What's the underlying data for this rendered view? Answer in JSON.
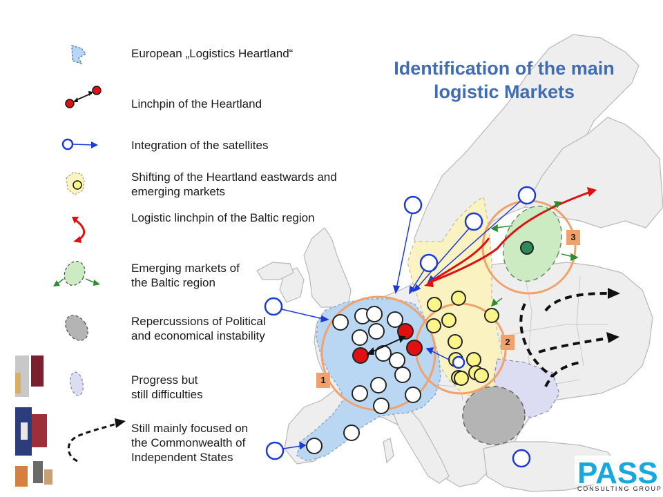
{
  "title": {
    "line1": "Identification of the main",
    "line2": "logistic Markets"
  },
  "legend": [
    {
      "label": "European „Logistics Heartland“",
      "icon": "heartland-blob-icon"
    },
    {
      "label": "Linchpin of the Heartland",
      "icon": "linchpin-arrow-icon"
    },
    {
      "label": "Integration of the satellites",
      "icon": "satellite-arrow-icon"
    },
    {
      "label": "Shifting of the Heartland eastwards and emerging markets",
      "icon": "yellow-blob-icon"
    },
    {
      "label": "Logistic linchpin of the Baltic region",
      "icon": "red-curve-arrow-icon"
    },
    {
      "label": "Emerging markets of the Baltic region",
      "icon": "green-ellipse-icon"
    },
    {
      "label": "Repercussions of Political and economical instability",
      "icon": "grey-ellipse-icon"
    },
    {
      "label": "Progress but still difficulties",
      "icon": "lavender-ellipse-icon"
    },
    {
      "label": "Still mainly focused on the Commonwealth of Independent States",
      "icon": "dashed-arrow-icon"
    }
  ],
  "markers": [
    "1",
    "2",
    "3"
  ],
  "logo": {
    "brand": "PASS",
    "tagline": "CONSULTING GROUP"
  },
  "colors": {
    "title": "#3f6cb3",
    "heartland": "#b7d6f3",
    "shift": "#fbf4bf",
    "baltic": "#cdebc3",
    "grey_zone": "#b4b4b4",
    "lavender_zone": "#dcdcf3",
    "linchpin_red": "#e01010",
    "satellite_blue": "#1c39d9",
    "marker_orange": "#f2a16a",
    "logo_blue": "#18a8e0"
  }
}
